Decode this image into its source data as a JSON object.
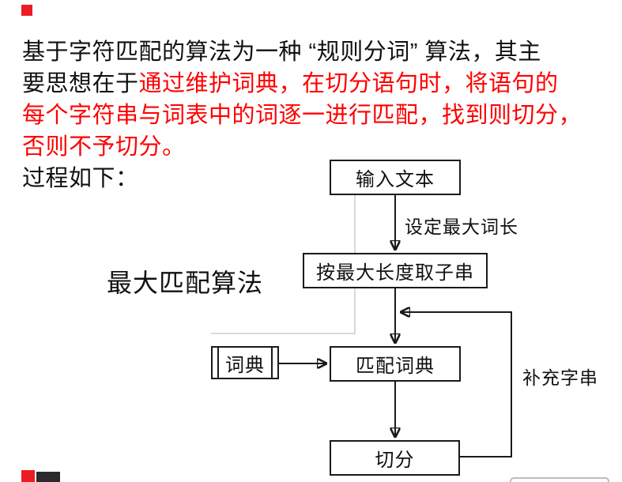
{
  "intro": {
    "l1": "基于字符匹配的算法为一种 “规则分词” 算法，其主",
    "l2_black": "要思想在于",
    "l2_red": "通过维护词典，在切分语句时，将语句的",
    "l3_red": "每个字符串与词表中的词逐一进行匹配，找到则切分，",
    "l4_red": "否则不予切分。",
    "l5_black": "过程如下："
  },
  "diagram": {
    "heading": "最大匹配算法",
    "nodes": {
      "input": "输入文本",
      "take_substring": "按最大长度取子串",
      "dictionary": "词典",
      "match_dict": "匹配词典",
      "segment": "切分"
    },
    "edge_labels": {
      "set_max_length": "设定最大词长",
      "supplement_string": "补充字串"
    }
  },
  "colors": {
    "text_black": "#111111",
    "text_red": "#ff0000",
    "line_black": "#1a1a1a",
    "line_grey": "#d9d9d9",
    "corner_red": "#ec1c24",
    "corner_black": "#2a2a2a",
    "partial_box_border": "#bdbdbd"
  }
}
